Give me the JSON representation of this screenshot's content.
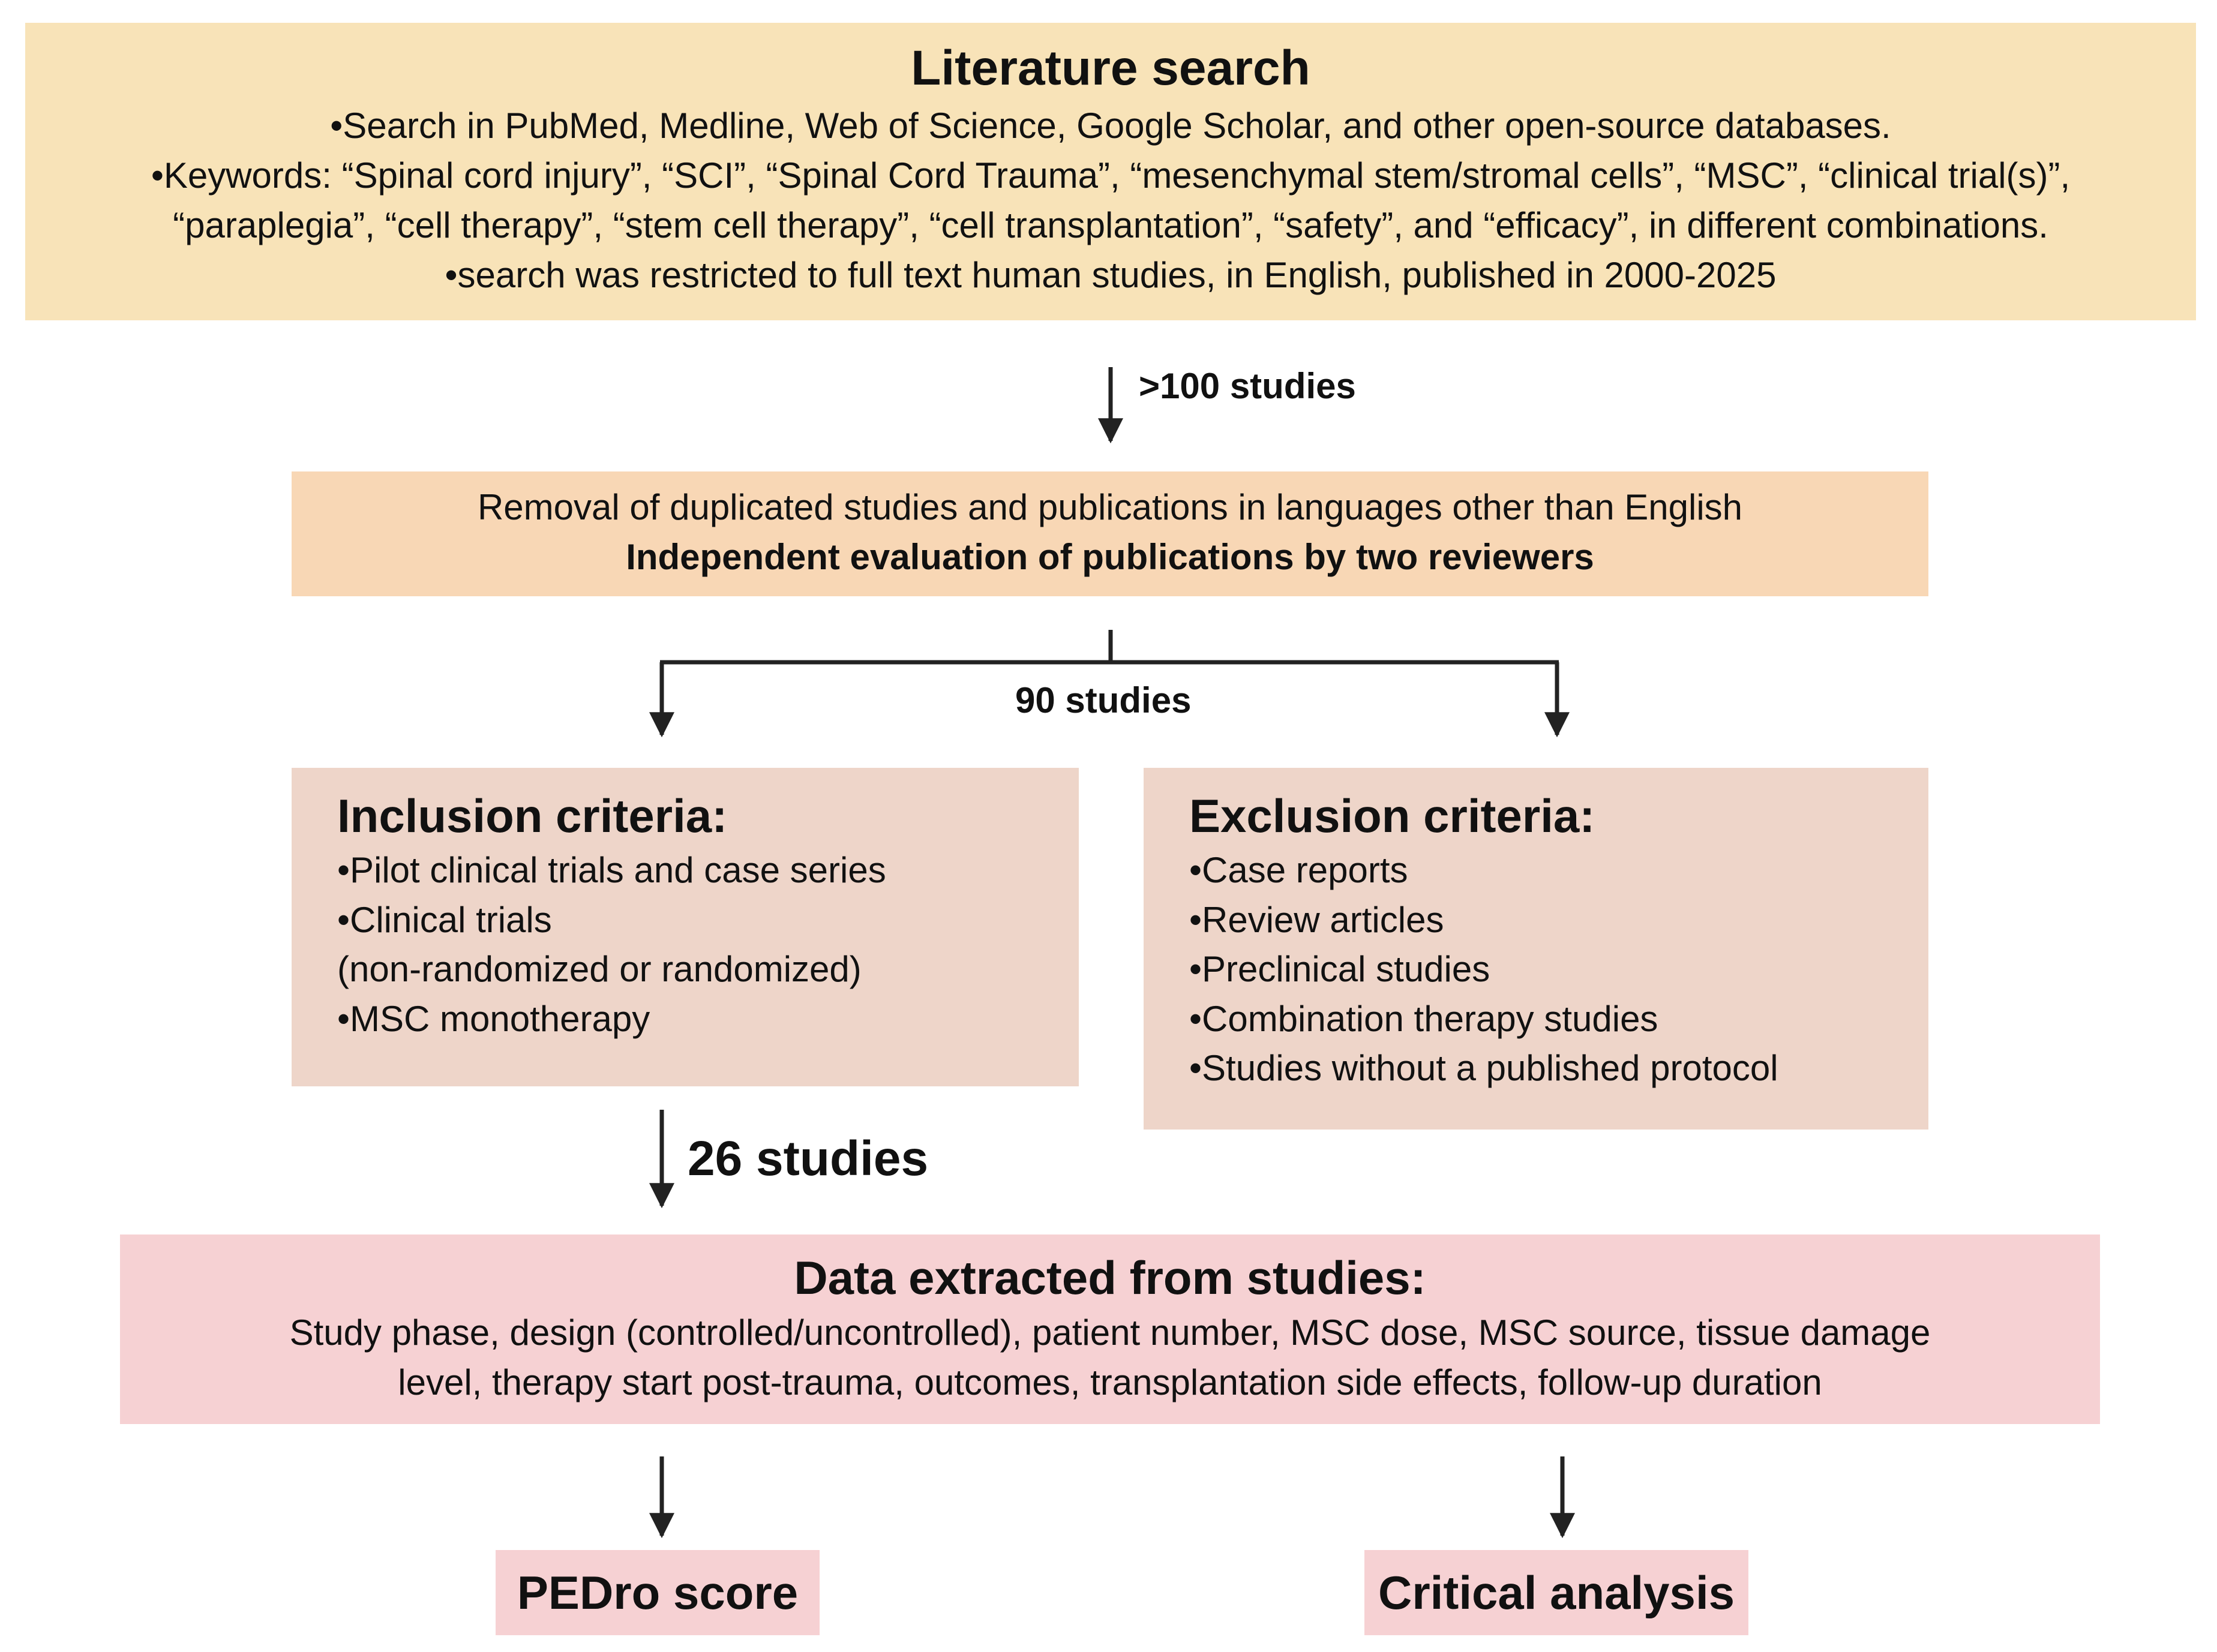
{
  "literature": {
    "title": "Literature search",
    "lines": [
      "•Search in PubMed, Medline, Web of Science, Google Scholar, and other open-source databases.",
      "•Keywords: “Spinal cord injury”, “SCI”, “Spinal Cord Trauma”, “mesenchymal stem/stromal cells”, “MSC”, “clinical trial(s)”,",
      "“paraplegia”, “cell therapy”, “stem cell therapy”, “cell transplantation”, “safety”, and “efficacy”, in different combinations.",
      "•search was restricted to full text human studies, in English, published in 2000-2025"
    ]
  },
  "counts": {
    "after_search": ">100 studies",
    "after_screening": "90 studies",
    "included": "26 studies"
  },
  "removal": {
    "line1": "Removal of duplicated studies and publications in languages other than English",
    "line2": "Independent evaluation of publications by two reviewers"
  },
  "inclusion": {
    "title": "Inclusion criteria:",
    "items": [
      "•Pilot clinical trials and case series",
      "•Clinical trials",
      "(non-randomized or randomized)",
      "•MSC monotherapy"
    ]
  },
  "exclusion": {
    "title": "Exclusion criteria:",
    "items": [
      "•Case reports",
      "•Review articles",
      "•Preclinical studies",
      "•Combination therapy studies",
      "•Studies without a published protocol"
    ]
  },
  "data_extracted": {
    "title": "Data extracted from studies:",
    "lines": [
      "Study phase, design (controlled/uncontrolled), patient number, MSC dose, MSC source, tissue damage",
      "level, therapy start post-trauma, outcomes, transplantation side effects, follow-up duration"
    ]
  },
  "outputs": {
    "pedro": "PEDro score",
    "critical": "Critical analysis"
  },
  "colors": {
    "literature_box": "#f8e3b8",
    "removal_box": "#f8d7b5",
    "criteria_box": "#eed5c9",
    "data_box": "#f6d1d3",
    "arrow": "#222222"
  }
}
